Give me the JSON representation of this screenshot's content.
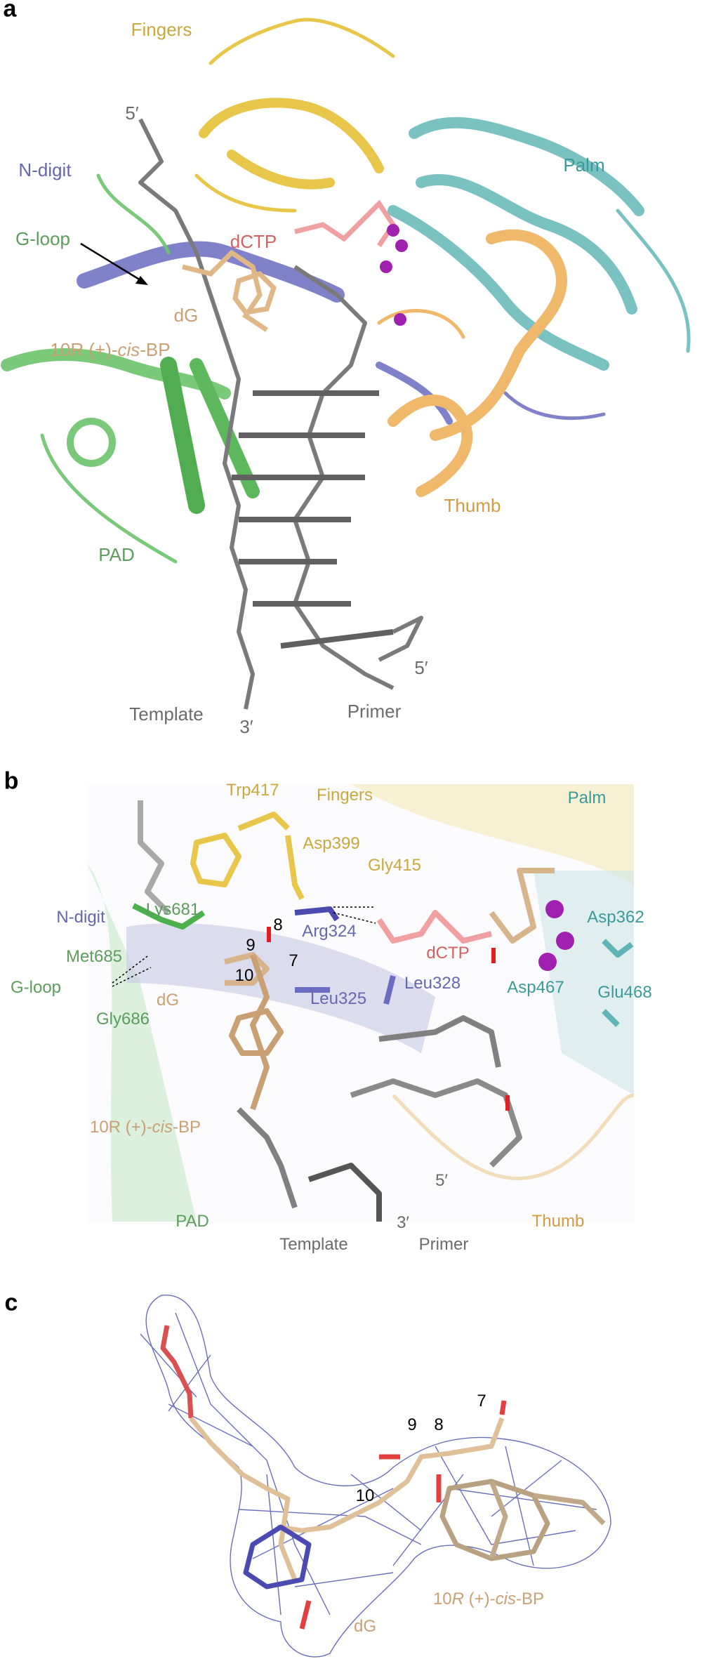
{
  "panels": {
    "a": {
      "letter": "a",
      "labels": {
        "fingers": "Fingers",
        "five_prime_top": "5′",
        "n_digit": "N-digit",
        "palm": "Palm",
        "g_loop": "G-loop",
        "dctp": "dCTP",
        "dg": "dG",
        "bp_prefix": "10R (+)-",
        "bp_italic": "cis",
        "bp_suffix": "-BP",
        "thumb": "Thumb",
        "pad": "PAD",
        "five_prime_bottom": "5′",
        "template": "Template",
        "three_prime": "3′",
        "primer": "Primer"
      }
    },
    "b": {
      "letter": "b",
      "labels": {
        "trp417": "Trp417",
        "fingers": "Fingers",
        "palm": "Palm",
        "asp399": "Asp399",
        "gly415": "Gly415",
        "lys681": "Lys681",
        "n_digit": "N-digit",
        "asp362": "Asp362",
        "pos8": "8",
        "arg324": "Arg324",
        "pos9": "9",
        "met685": "Met685",
        "dctp": "dCTP",
        "pos7": "7",
        "pos10": "10",
        "g_loop": "G-loop",
        "leu328": "Leu328",
        "asp467": "Asp467",
        "glu468": "Glu468",
        "leu325": "Leu325",
        "dg": "dG",
        "gly686": "Gly686",
        "bp_prefix": "10R (+)-",
        "bp_italic": "cis",
        "bp_suffix": "-BP",
        "five_prime": "5′",
        "pad": "PAD",
        "three_prime": "3′",
        "thumb": "Thumb",
        "template": "Template",
        "primer": "Primer"
      }
    },
    "c": {
      "letter": "c",
      "labels": {
        "pos7": "7",
        "pos9": "9",
        "pos8": "8",
        "pos10": "10",
        "bp_num": "10",
        "bp_r": "R",
        "bp_mid": " (+)-",
        "bp_italic": "cis",
        "bp_suffix": "-BP",
        "dg": "dG"
      }
    }
  },
  "colors": {
    "fingers": "#e8c64a",
    "palm": "#5fb5b5",
    "n_digit": "#6a6cc0",
    "pad": "#6cc46c",
    "thumb": "#f0b86a",
    "dctp": "#f0a0a0",
    "bp": "#e0c098",
    "dna": "#808080",
    "metal": "#a020b0",
    "oxygen": "#e02020",
    "mesh": "#5055b0"
  }
}
